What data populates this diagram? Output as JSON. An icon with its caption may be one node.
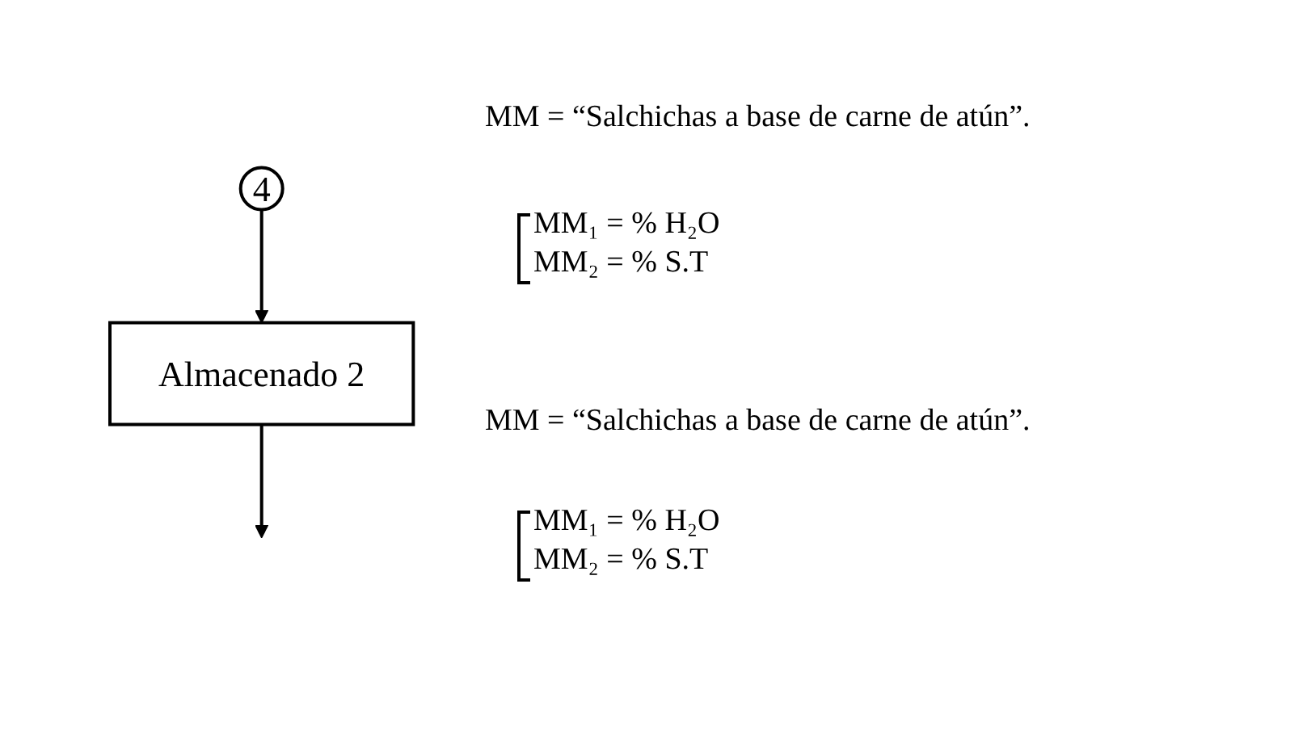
{
  "diagram": {
    "nodes": [
      {
        "text": [
          "4"
        ]
      },
      {
        "text": [
          "Almacenado 2"
        ]
      }
    ],
    "edges": [
      {
        "from": 0,
        "to": 1,
        "arrow": "to"
      },
      {
        "from": 1,
        "to": null,
        "arrow": "to"
      }
    ],
    "labels": [
      "MM = “Salchichas a base de carne de atún”.",
      "MM₁ = % H₂O",
      "MM₂ = % S.T",
      "MM = “Salchichas a base de carne de atún”.",
      "MM₁ = % H₂O",
      "MM₂ = % S.T"
    ]
  }
}
